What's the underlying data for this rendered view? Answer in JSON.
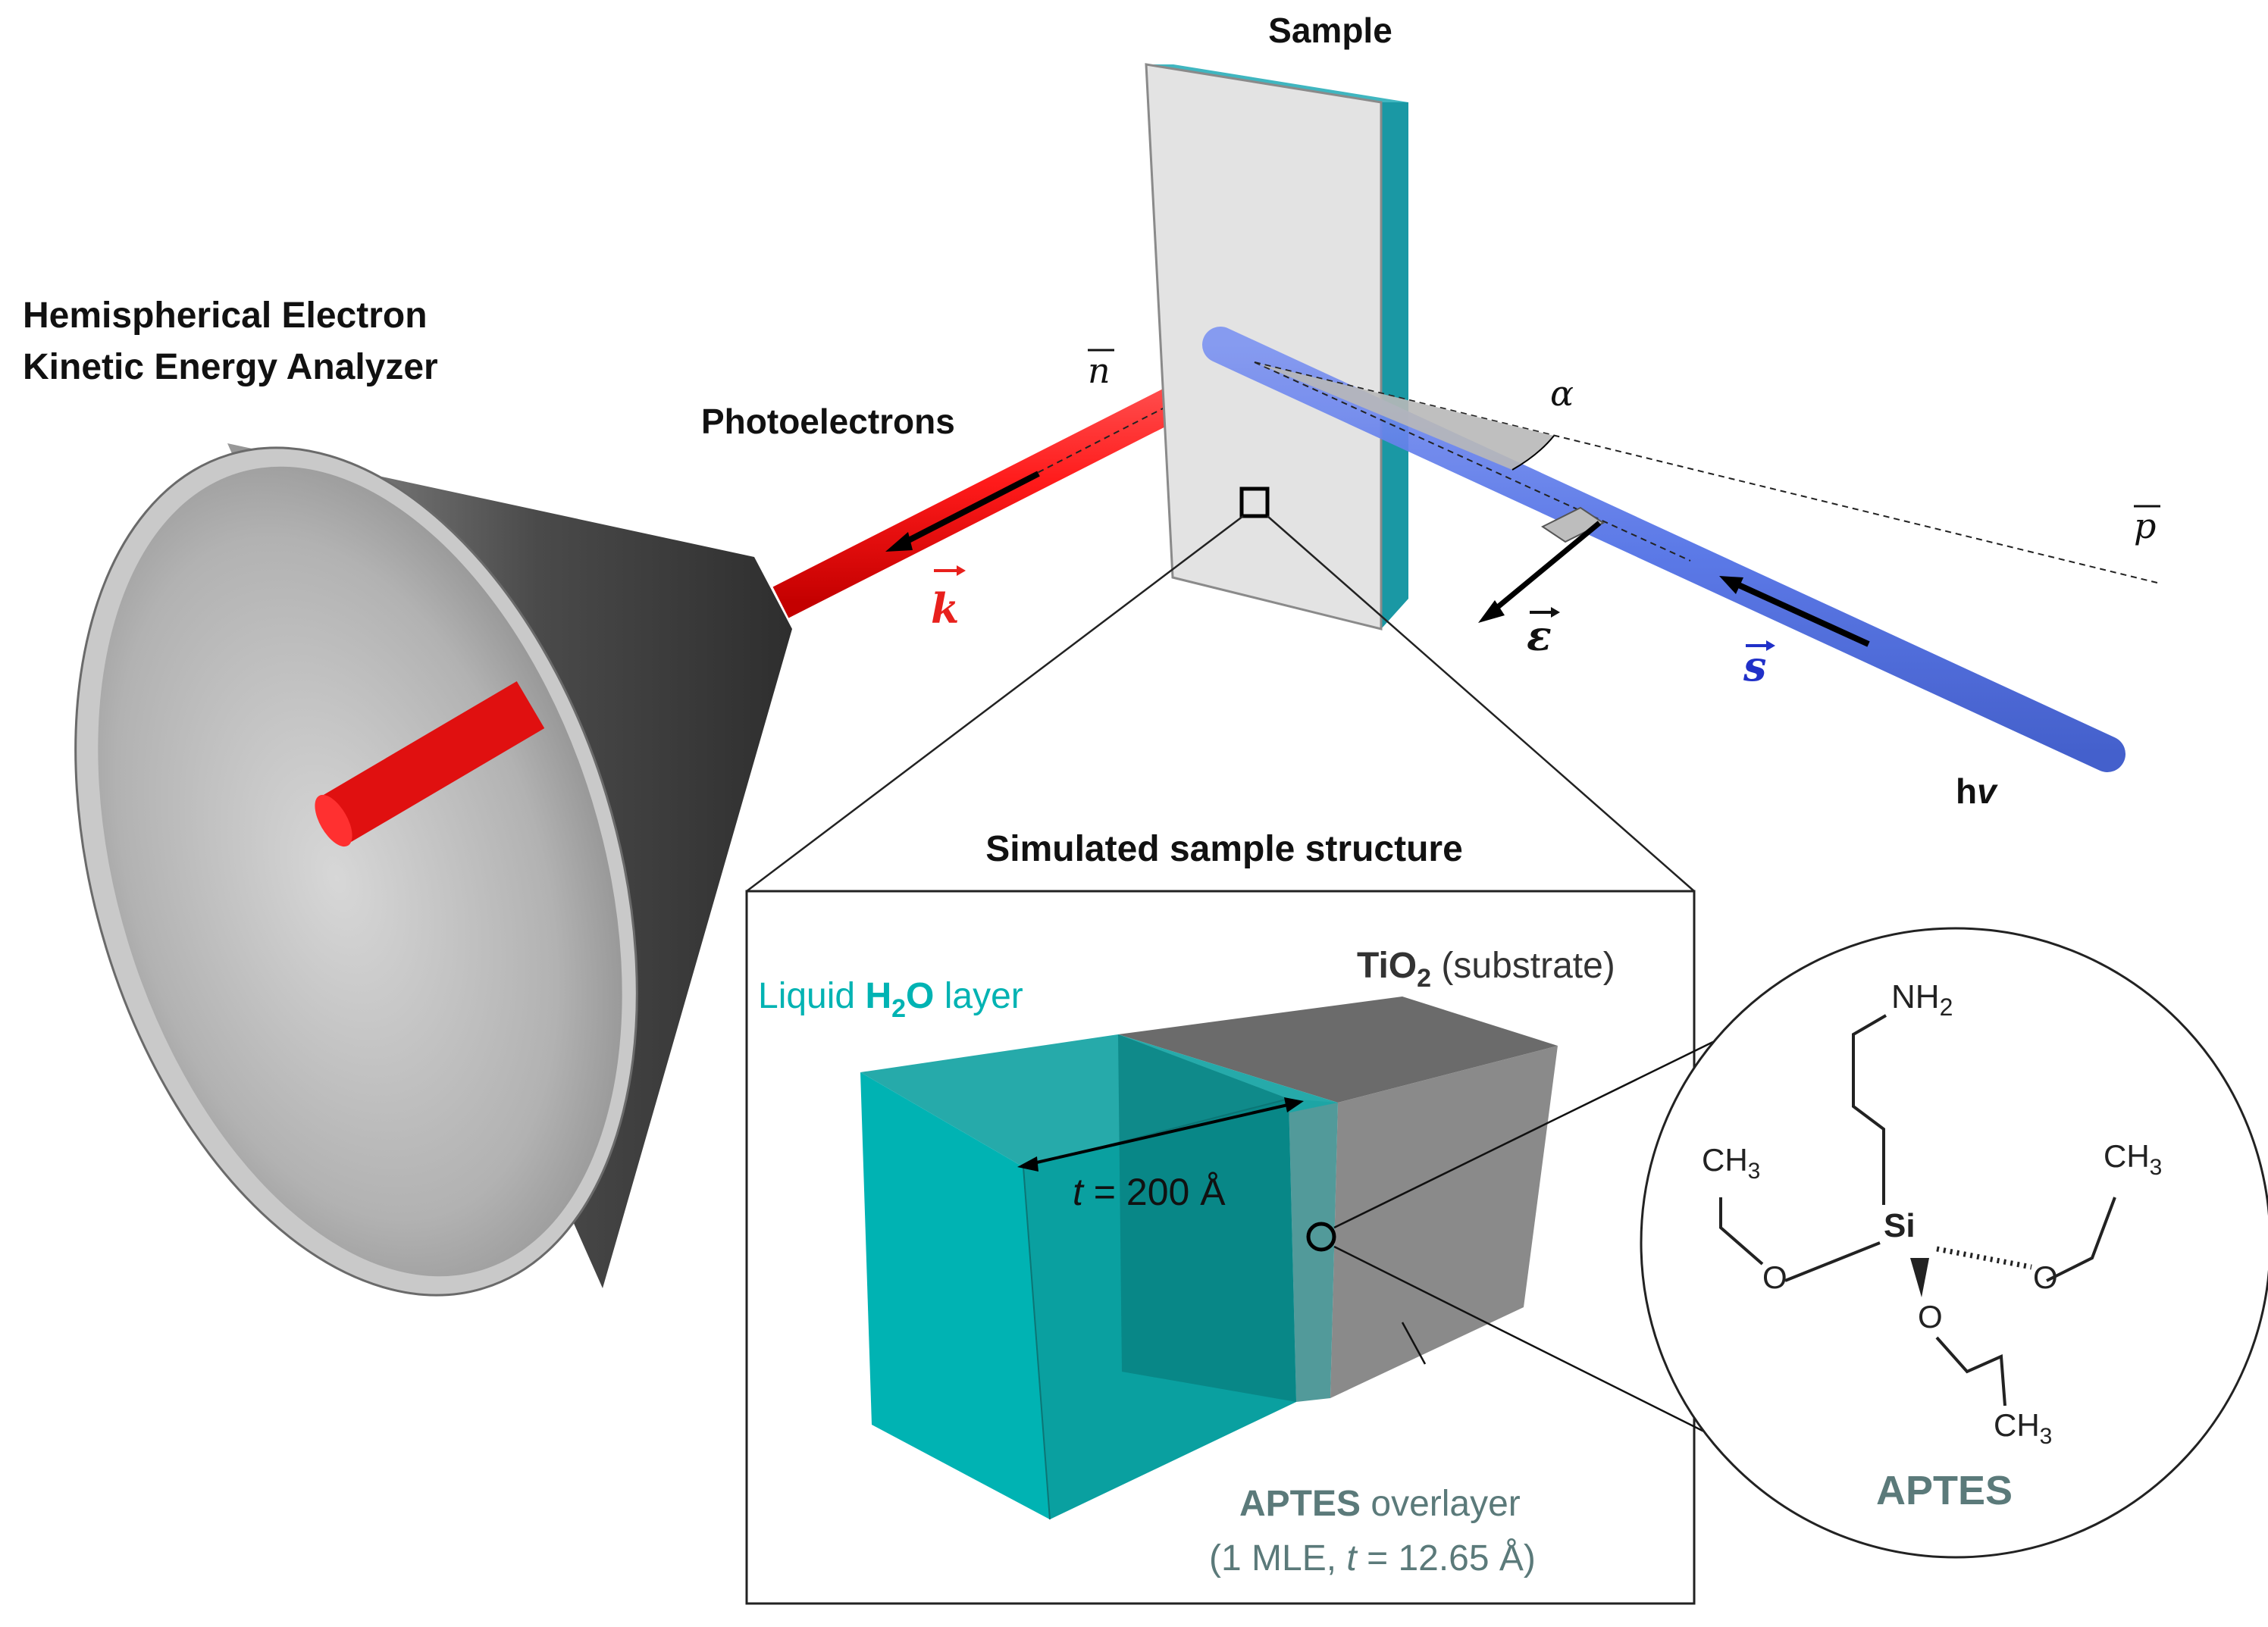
{
  "labels": {
    "sample": "Sample",
    "analyzer_line1": "Hemispherical Electron",
    "analyzer_line2": "Kinetic Energy Analyzer",
    "photoelectrons": "Photoelectrons",
    "normal": "n",
    "alpha": "α",
    "p_vec": "p",
    "k_vec": "k",
    "eps_vec": "ε",
    "s_vec": "s",
    "hv_h": "h",
    "hv_v": "v",
    "structure_title": "Simulated sample structure",
    "liquid_pre": "Liquid ",
    "liquid_h": "H",
    "liquid_sub": "2",
    "liquid_o": "O",
    "liquid_post": " layer",
    "tio2_ti": "TiO",
    "tio2_sub": "2",
    "tio2_post": " (substrate)",
    "thickness_t": "t",
    "thickness_val": " = 200 Å",
    "aptes_bold": "APTES",
    "aptes_post": " overlayer",
    "aptes_line2_pre": "(1 MLE, ",
    "aptes_line2_t": "t",
    "aptes_line2_post": " = 12.65 Å)",
    "mol_nh": "NH",
    "mol_nh_sub": "2",
    "mol_ch_a": "CH",
    "mol_ch_a_sub": "3",
    "mol_ch_b": "CH",
    "mol_ch_b_sub": "3",
    "mol_ch_c": "CH",
    "mol_ch_c_sub": "3",
    "mol_si": "Si",
    "mol_o_a": "O",
    "mol_o_b": "O",
    "mol_o_c": "O",
    "mol_name": "APTES"
  },
  "colors": {
    "electron_beam": "#ff2a2a",
    "photon_beam": "#4f6fe6",
    "water": "#00b3b3",
    "substrate": "#8a8a8a",
    "aptes_text": "#5b7a7a",
    "nh2": "#1c2f8f",
    "k_label": "#e8201c",
    "s_label": "#2030c8"
  }
}
